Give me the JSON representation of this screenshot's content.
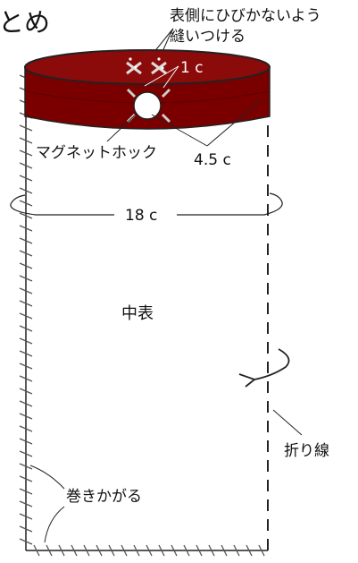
{
  "labels": {
    "title_fragment": "とめ",
    "stitch_note_line1": "表側にひびかないよう",
    "stitch_note_line2": "縫いつける",
    "tab_size": "1 c",
    "magnet_label": "マグネットホック",
    "magnet_size": "4.5 c",
    "width_label": "18 c",
    "center_label": "中表",
    "fold_label": "折り線",
    "overcast_label": "巻きかがる"
  },
  "colors": {
    "band_fill": "#7a0000",
    "band_top": "#8b0a0a",
    "outline": "#222222",
    "tab_text": "#ffffff"
  }
}
